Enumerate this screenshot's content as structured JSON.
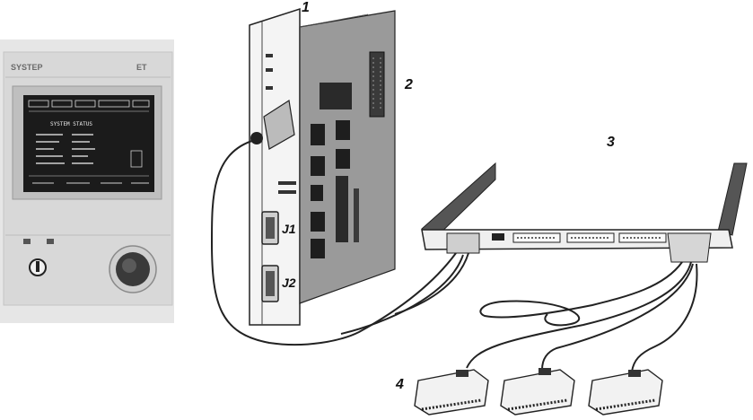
{
  "callouts": {
    "controller_board": "1",
    "adapter_module": "2",
    "interface_board": "3",
    "terminal_modules": "4"
  },
  "connectors": {
    "j1": "J1",
    "j2": "J2"
  },
  "panel": {
    "brand_text": "SYSTEP",
    "model_text": "ET",
    "screen_heading": "SYSTEM STATUS"
  },
  "colors": {
    "ink": "#111111",
    "panel_face": "#dcdcdc",
    "board": "#9a9a9a",
    "screen": "#1b1b1b"
  }
}
